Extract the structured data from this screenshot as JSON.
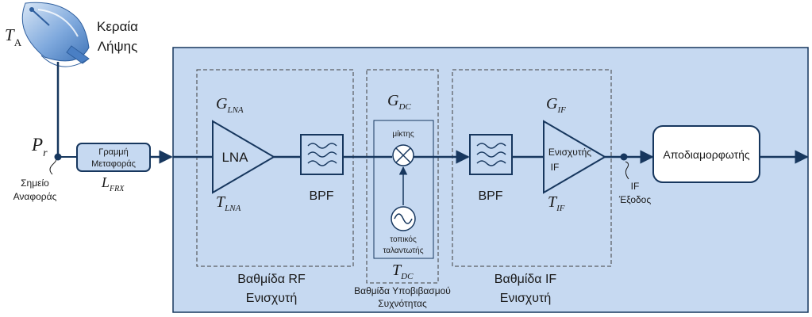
{
  "antenna": {
    "label_line1": "Κεραία",
    "label_line2": "Λήψης",
    "temp_symbol": "T",
    "temp_sub": "A"
  },
  "reference_point": {
    "power_symbol": "P",
    "power_sub": "r",
    "label_line1": "Σημείο",
    "label_line2": "Αναφοράς"
  },
  "transmission_line": {
    "label_line1": "Γραμμή",
    "label_line2": "Μεταφοράς",
    "loss_symbol": "L",
    "loss_sub": "FRX"
  },
  "rf_stage": {
    "gain_symbol": "G",
    "gain_sub": "LNA",
    "amp_label": "LNA",
    "temp_symbol": "T",
    "temp_sub": "LNA",
    "filter_label": "BPF",
    "caption_line1": "Βαθμίδα RF",
    "caption_line2": "Ενισχυτή"
  },
  "downconverter": {
    "gain_symbol": "G",
    "gain_sub": "DC",
    "mixer_label": "μίκτης",
    "lo_label_line1": "τοπικός",
    "lo_label_line2": "ταλαντωτής",
    "temp_symbol": "T",
    "temp_sub": "DC",
    "caption_line1": "Βαθμίδα Υποβιβασμού",
    "caption_line2": "Συχνότητας"
  },
  "if_stage": {
    "gain_symbol": "G",
    "gain_sub": "IF",
    "filter_label": "BPF",
    "amp_label_line1": "Ενισχυτής",
    "amp_label_line2": "IF",
    "temp_symbol": "T",
    "temp_sub": "IF",
    "caption_line1": "Βαθμίδα IF",
    "caption_line2": "Ενισχυτή"
  },
  "if_output": {
    "label_line1": "IF",
    "label_line2": "Έξοδος"
  },
  "demodulator": {
    "label": "Αποδιαμορφωτής"
  },
  "colors": {
    "receiver_fill": "#c6d9f1",
    "line": "#17375e",
    "dashed": "#404040",
    "box_fill": "#c6d9f1",
    "dish_blue": "#5b8fd0"
  }
}
